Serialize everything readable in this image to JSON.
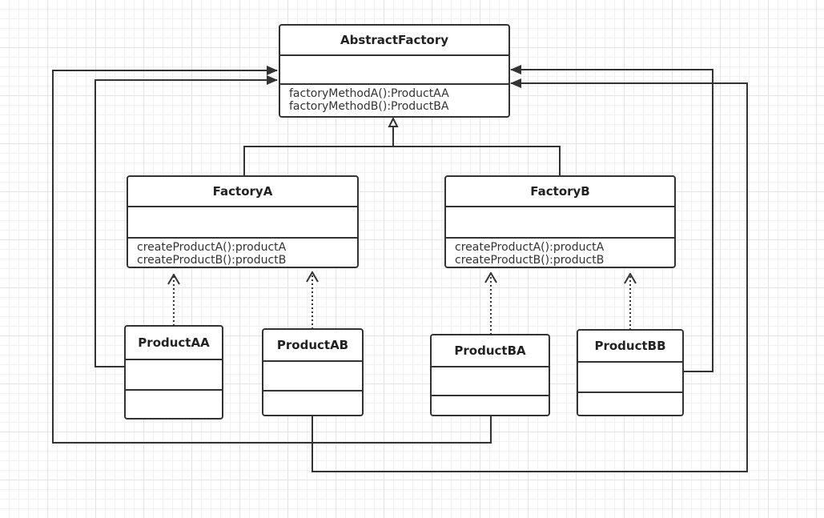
{
  "colors": {
    "line": "#333333",
    "grid": "#e4e4e4",
    "background": "#ffffff"
  },
  "classes": {
    "abstract_factory": {
      "name": "AbstractFactory",
      "methods": [
        "factoryMethodA():ProductAA",
        "factoryMethodB():ProductBA"
      ]
    },
    "factory_a": {
      "name": "FactoryA",
      "methods": [
        "createProductA():productA",
        "createProductB():productB"
      ]
    },
    "factory_b": {
      "name": "FactoryB",
      "methods": [
        "createProductA():productA",
        "createProductB():productB"
      ]
    },
    "product_aa": {
      "name": "ProductAA"
    },
    "product_ab": {
      "name": "ProductAB"
    },
    "product_ba": {
      "name": "ProductBA"
    },
    "product_bb": {
      "name": "ProductBB"
    }
  },
  "relationships": [
    {
      "from": "FactoryA",
      "to": "AbstractFactory",
      "kind": "inheritance"
    },
    {
      "from": "FactoryB",
      "to": "AbstractFactory",
      "kind": "inheritance"
    },
    {
      "from": "ProductAA",
      "to": "FactoryA",
      "kind": "dependency"
    },
    {
      "from": "ProductAB",
      "to": "FactoryA",
      "kind": "dependency"
    },
    {
      "from": "ProductBA",
      "to": "FactoryB",
      "kind": "dependency"
    },
    {
      "from": "ProductBB",
      "to": "FactoryB",
      "kind": "dependency"
    },
    {
      "from": "ProductAA",
      "to": "AbstractFactory",
      "kind": "association"
    },
    {
      "from": "ProductBA",
      "to": "AbstractFactory",
      "kind": "association"
    },
    {
      "from": "ProductBB",
      "to": "AbstractFactory",
      "kind": "association"
    },
    {
      "from": "ProductAB",
      "to": "AbstractFactory",
      "kind": "association"
    }
  ]
}
